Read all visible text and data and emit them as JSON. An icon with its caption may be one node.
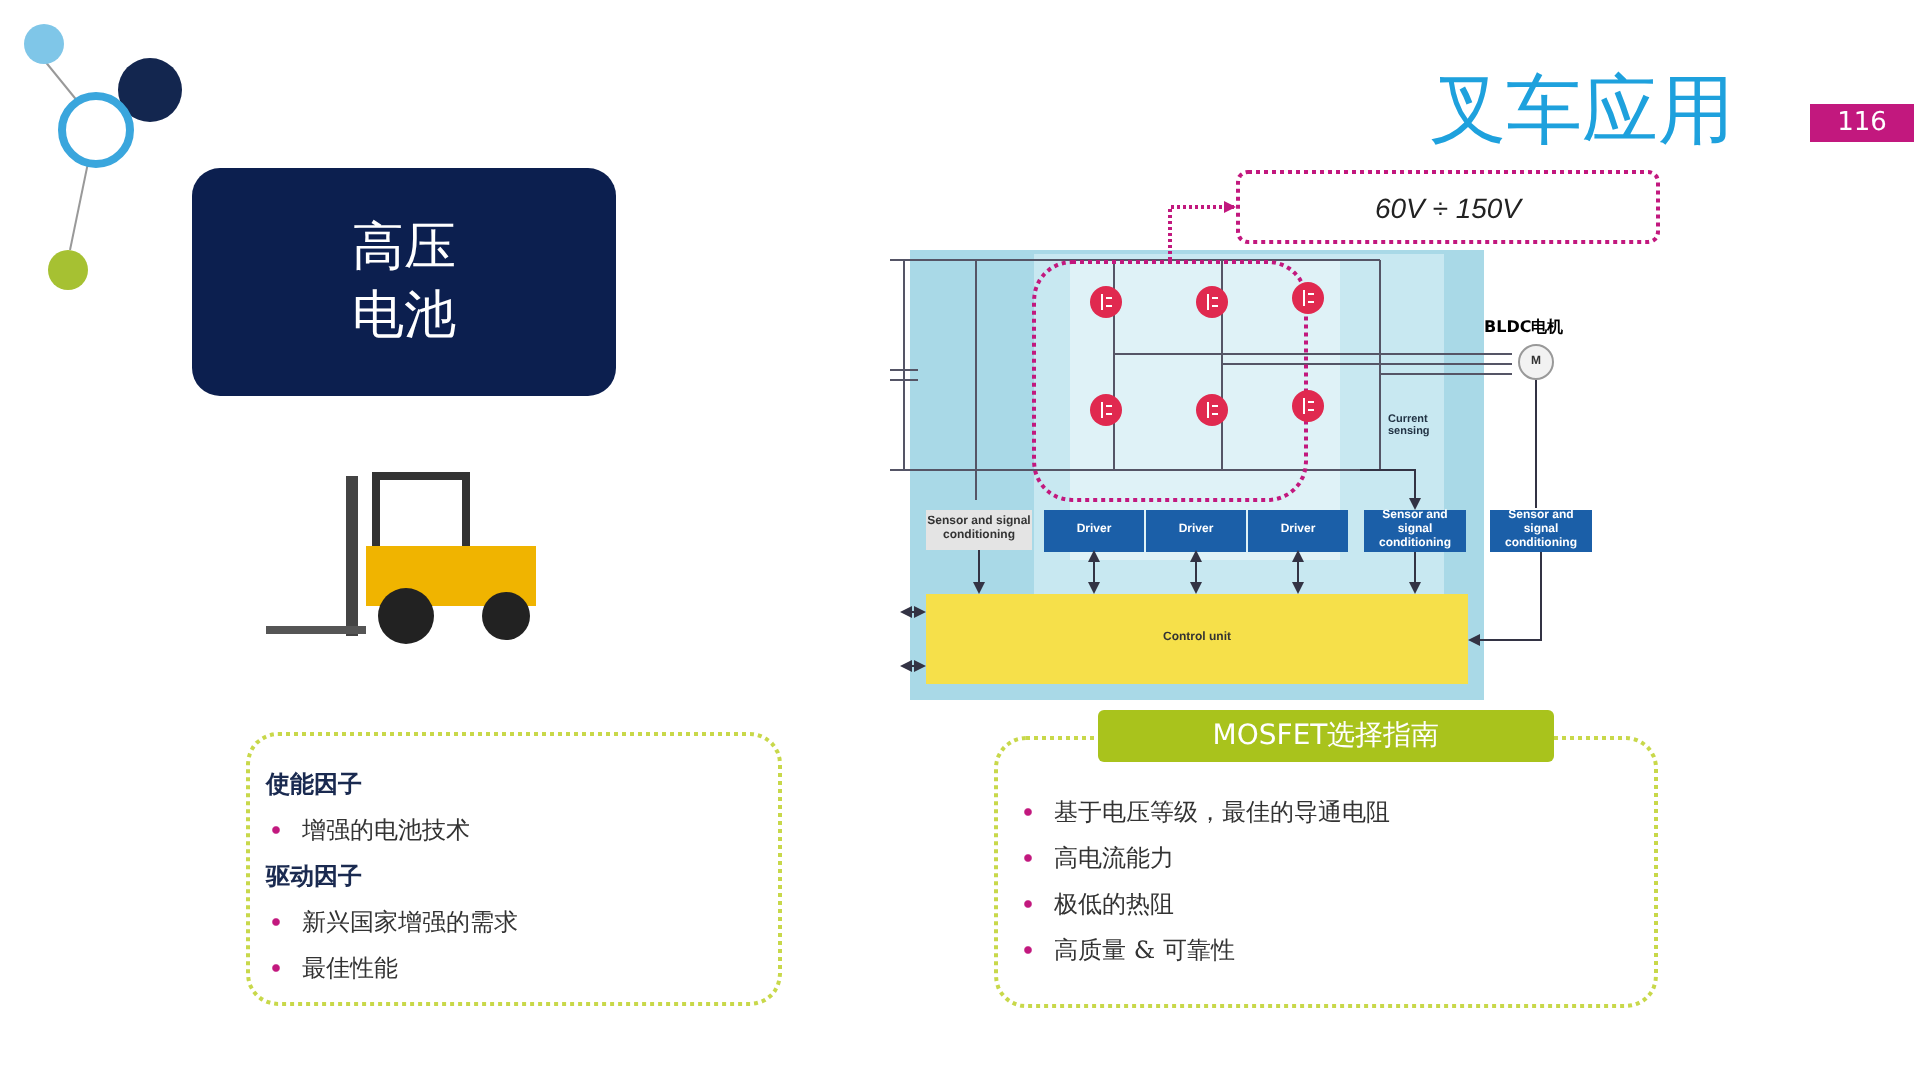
{
  "diagram": {
    "title": "叉车应用",
    "nodes": [
      {
        "text": [
          "高压电池"
        ]
      },
      {
        "text": [
          "60V ÷ 150V"
        ]
      },
      {
        "text": [],
        "shape": "box"
      },
      {
        "text": [],
        "shape": "circle",
        "in": 2
      },
      {
        "text": [],
        "shape": "circle",
        "in": 2
      },
      {
        "text": [],
        "shape": "circle",
        "in": 2
      },
      {
        "text": [],
        "shape": "circle",
        "in": 2
      },
      {
        "text": [],
        "shape": "circle",
        "in": 2
      },
      {
        "text": [],
        "shape": "circle",
        "in": 2
      },
      {
        "text": [
          "Sensor and signal conditioning"
        ]
      },
      {
        "text": [
          "Driver"
        ]
      },
      {
        "text": [
          "Driver"
        ]
      },
      {
        "text": [
          "Driver"
        ]
      },
      {
        "text": [
          "Sensor and signal conditioning"
        ]
      },
      {
        "text": [
          "Sensor and signal conditioning"
        ]
      },
      {
        "text": [
          "Control unit"
        ]
      },
      {
        "text": [
          "M"
        ],
        "beside": [
          "BLDC电机"
        ]
      },
      {
        "text": [
          "使能因子",
          "增强的电池技术",
          "驱动因子",
          "新兴国家增强的需求",
          "最佳性能"
        ]
      },
      {
        "text": [
          "MOSFET选择指南",
          "基于电压等级，最佳的导通电阻",
          "高电流能力",
          "极低的热阻",
          "高质量 & 可靠性"
        ]
      }
    ],
    "edges": [
      {
        "from": 2,
        "to": 1,
        "arrow": "to",
        "style": "dashed",
        "color": "#c2187e"
      },
      {
        "from": 9,
        "to": 15,
        "arrow": "to"
      },
      {
        "from": 10,
        "to": 15,
        "arrow": "both"
      },
      {
        "from": 11,
        "to": 15,
        "arrow": "both"
      },
      {
        "from": 12,
        "to": 15,
        "arrow": "both"
      },
      {
        "from": 13,
        "to": 15,
        "arrow": "to"
      },
      {
        "from": null,
        "to": 13,
        "arrow": "to"
      },
      {
        "from": 16,
        "to": 14,
        "arrow": "none"
      },
      {
        "from": 14,
        "to": 15,
        "arrow": "to"
      },
      {
        "from": null,
        "to": 15,
        "arrow": "both"
      },
      {
        "from": null,
        "to": 15,
        "arrow": "both"
      }
    ],
    "labels": [
      "116",
      "Current sensing"
    ]
  }
}
